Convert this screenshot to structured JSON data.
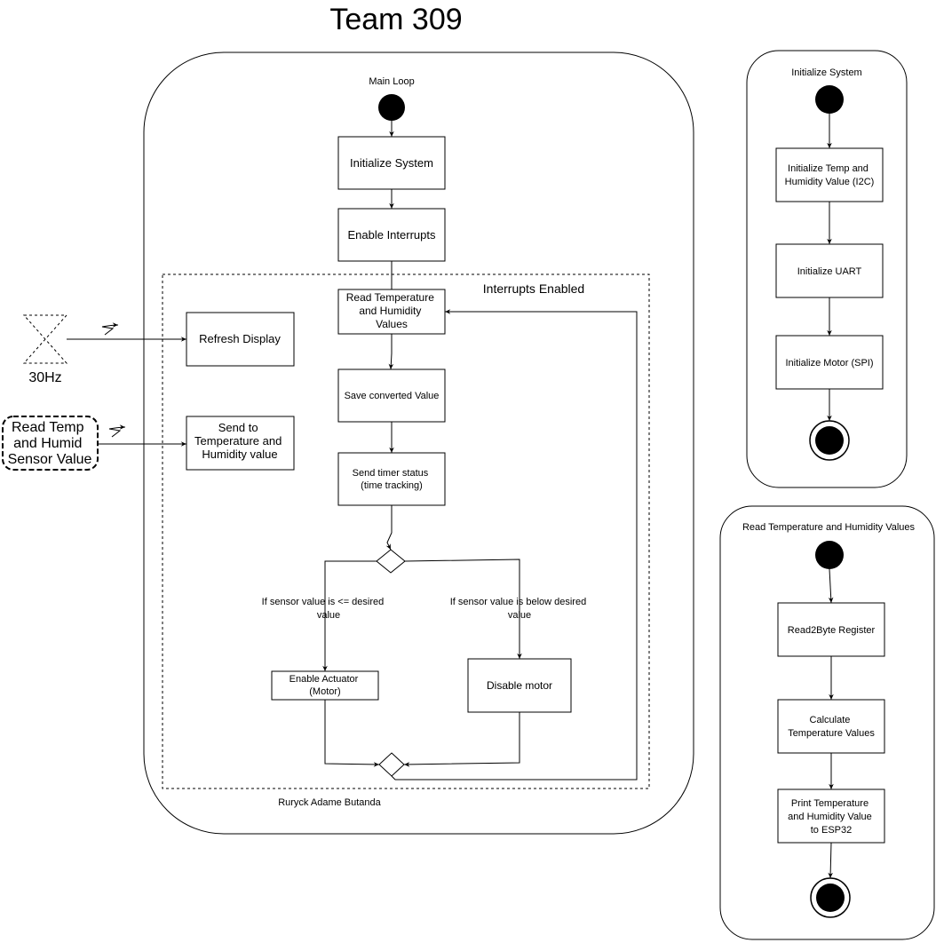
{
  "title": "Team 309",
  "main_loop": {
    "label": "Main Loop",
    "author": "Ruryck Adame Butanda",
    "initialize_system": "Initialize System",
    "enable_interrupts": "Enable Interrupts",
    "interrupts_region_label": "Interrupts Enabled",
    "read_values": [
      "Read Temperature",
      "and Humidity",
      "Values"
    ],
    "save_value": "Save converted Value",
    "send_timer": [
      "Send timer status",
      "(time tracking)"
    ],
    "guard_left": [
      "If sensor value is <= desired",
      "value"
    ],
    "guard_right": [
      "If sensor value is below desired",
      "value"
    ],
    "enable_actuator": [
      "Enable Actuator",
      "(Motor)"
    ],
    "disable_motor": "Disable motor",
    "refresh_display": "Refresh Display",
    "send_to": [
      "Send to",
      "Temperature and",
      "Humidity value"
    ]
  },
  "timer_event": {
    "label": "30Hz"
  },
  "sensor_event": {
    "label": [
      "Read Temp",
      "and Humid",
      "Sensor Value"
    ]
  },
  "init_system_panel": {
    "title": "Initialize System",
    "steps": [
      [
        "Initialize Temp and",
        "Humidity Value (I2C)"
      ],
      [
        "Initialize UART"
      ],
      [
        "Initialize Motor (SPI)"
      ]
    ]
  },
  "read_values_panel": {
    "title": "Read Temperature and Humidity Values",
    "steps": [
      [
        "Read2Byte Register"
      ],
      [
        "Calculate",
        "Temperature Values"
      ],
      [
        "Print Temperature",
        "and Humidity Value",
        "to ESP32"
      ]
    ]
  },
  "colors": {
    "stroke": "#000000",
    "background": "#ffffff"
  }
}
